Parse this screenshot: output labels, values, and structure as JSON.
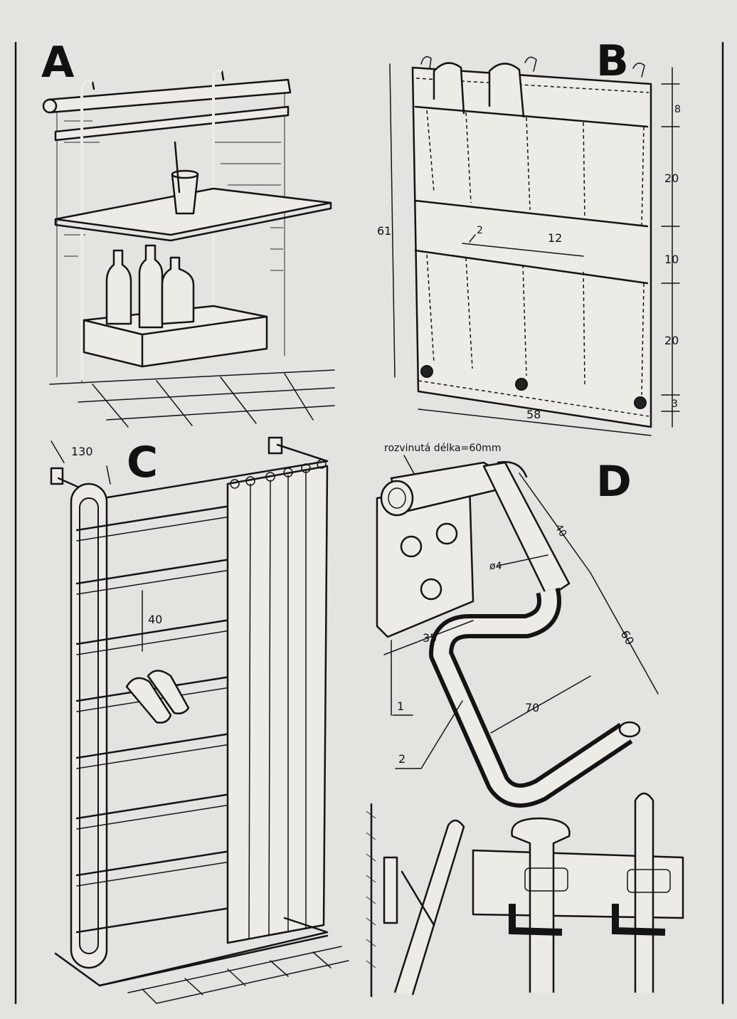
{
  "panels": {
    "a": {
      "label": "A"
    },
    "b": {
      "label": "B",
      "dims": {
        "height_total": "61",
        "top": "8",
        "row1": "20",
        "gap": "10",
        "row2": "20",
        "bottom": "3",
        "width": "58",
        "seam": "2",
        "pocket": "12"
      }
    },
    "c": {
      "label": "C",
      "dims": {
        "offset": "130",
        "rung_spacing": "40"
      }
    },
    "d": {
      "label": "D",
      "note": "rozvinutá délka=60mm",
      "dims": {
        "len40": "40",
        "diam": "ø4",
        "len60": "60",
        "len70": "70",
        "len35": "35"
      },
      "parts": {
        "part1": "1",
        "part2": "2"
      }
    }
  },
  "colors": {
    "paper": "#e3e3df",
    "ink": "#141414"
  }
}
